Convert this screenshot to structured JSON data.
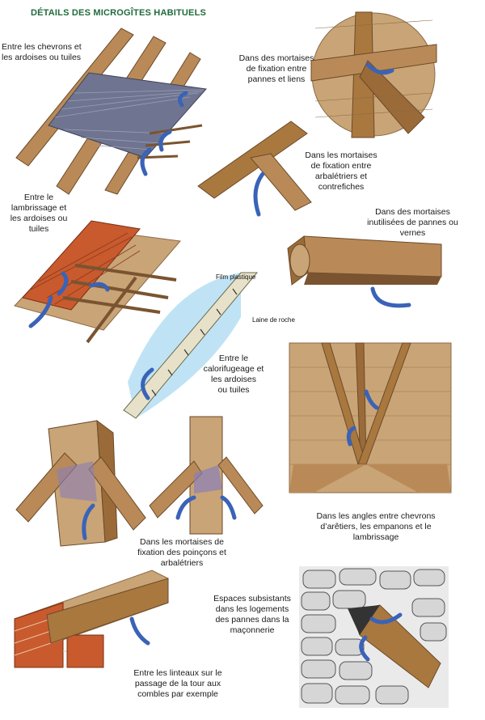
{
  "title": "DÉTAILS DES MICROGÎTES HABITUELS",
  "captions": {
    "c1": [
      "Entre les chevrons et",
      "les ardoises ou tuiles"
    ],
    "c2": [
      "Dans des mortaises",
      "de fixation entre",
      "pannes et liens"
    ],
    "c3": [
      "Dans les mortaises",
      "de fixation entre",
      "arbalétriers et",
      "contrefiches"
    ],
    "c4": [
      "Entre le",
      "lambrissage et",
      "les ardoises ou",
      "tuiles"
    ],
    "c5": [
      "Dans des mortaises",
      "inutilisées de pannes ou",
      "vernes"
    ],
    "c6": [
      "Entre le",
      "calorifugeage et",
      "les ardoises",
      "ou tuiles"
    ],
    "c7": [
      "Dans les mortaises de",
      "fixation des poinçons et",
      "arbalétriers"
    ],
    "c8": [
      "Dans les angles entre chevrons",
      "d’arêtiers, les empanons et le",
      "lambrissage"
    ],
    "c9": [
      "Espaces subsistants",
      "dans les logements",
      "des pannes dans la",
      "maçonnerie"
    ],
    "c10": [
      "Entre les linteaux sur le",
      "passage de la tour aux",
      "combles par exemple"
    ]
  },
  "labels": {
    "film": "Film plastique",
    "laine": "Laine de roche"
  },
  "colors": {
    "title": "#1f6b3a",
    "arrow": "#3a63b8",
    "wood": "#b98a57",
    "wood_dark": "#7a5430",
    "slate": "#6f7590",
    "tile": "#c85a2e",
    "sky": "#bfe3f5"
  }
}
